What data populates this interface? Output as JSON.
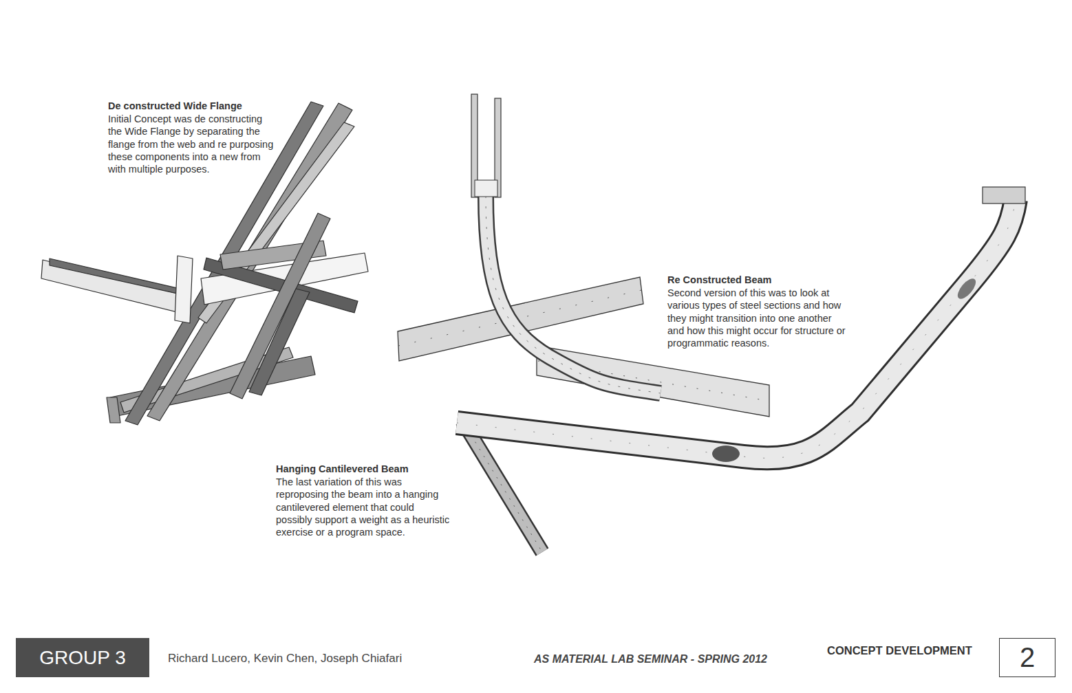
{
  "diagram": {
    "nodes": [
      {
        "text": [
          "GROUP 3"
        ]
      },
      {
        "text": [
          "2"
        ]
      }
    ],
    "labels": [
      "De constructed Wide Flange",
      "Initial Concept was de constructing the Wide Flange by separating the flange from the web and re purposing these components into a new from with multiple purposes.",
      "Re Constructed Beam",
      "Second version of this was to look at various types of steel sections and how they might transition into one another and how this might occur for structure or programmatic reasons.",
      "Hanging Cantilevered Beam",
      "The last variation of this was reproposing the beam into a hanging cantilevered element that could possibly support a weight as a heuristic exercise or a program space.",
      "Richard Lucero, Kevin Chen, Joseph Chiafari",
      "AS MATERIAL LAB SEMINAR - SPRING 2012",
      "CONCEPT DEVELOPMENT"
    ]
  }
}
